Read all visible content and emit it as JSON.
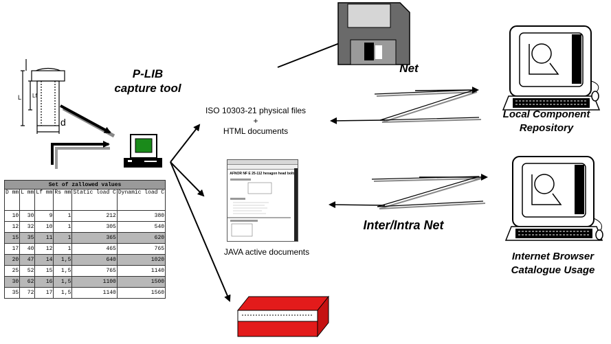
{
  "labels": {
    "capture_tool": [
      "P-LIB",
      "capture tool"
    ],
    "net": "Net",
    "physical_files": [
      "ISO 10303-21 physical files",
      "+",
      "HTML documents"
    ],
    "local_repo": [
      "Local Component",
      "Repository"
    ],
    "inter_intra_net": "Inter/Intra Net",
    "java_docs": "JAVA active documents",
    "browser_usage": [
      "Internet Browser",
      "Catalogue Usage"
    ]
  },
  "drawing": {
    "dims": [
      "L",
      "Lf",
      "d"
    ]
  },
  "table": {
    "caption": "Set of zallowed values",
    "headers": [
      "D mm",
      "L mm",
      "Lf mm",
      "Rs mm",
      "Static load C",
      "Dynamic load C"
    ],
    "rows": [
      [
        "10",
        "30",
        "9",
        "1",
        "212",
        "380"
      ],
      [
        "12",
        "32",
        "10",
        "1",
        "305",
        "540"
      ],
      [
        "15",
        "35",
        "11",
        "1",
        "365",
        "620"
      ],
      [
        "17",
        "40",
        "12",
        "1",
        "465",
        "765"
      ],
      [
        "20",
        "47",
        "14",
        "1,5",
        "640",
        "1020"
      ],
      [
        "25",
        "52",
        "15",
        "1,5",
        "765",
        "1140"
      ],
      [
        "30",
        "62",
        "16",
        "1,5",
        "1100",
        "1500"
      ],
      [
        "35",
        "72",
        "17",
        "1,5",
        "1140",
        "1560"
      ]
    ],
    "highlighted_rows": [
      2,
      4,
      6
    ]
  },
  "document": {
    "title": "AFNOR NF E 25-112 hexagon head bolts"
  },
  "colors": {
    "screen": "#1a8a1a",
    "book": "#e31b1b",
    "floppy": "#6a6a6a",
    "table_header": "#9a9a9a"
  },
  "icons": [
    "floppy-disk-icon",
    "computer-icon",
    "workstation-icon",
    "book-icon",
    "bolt-drawing-icon",
    "document-icon"
  ]
}
